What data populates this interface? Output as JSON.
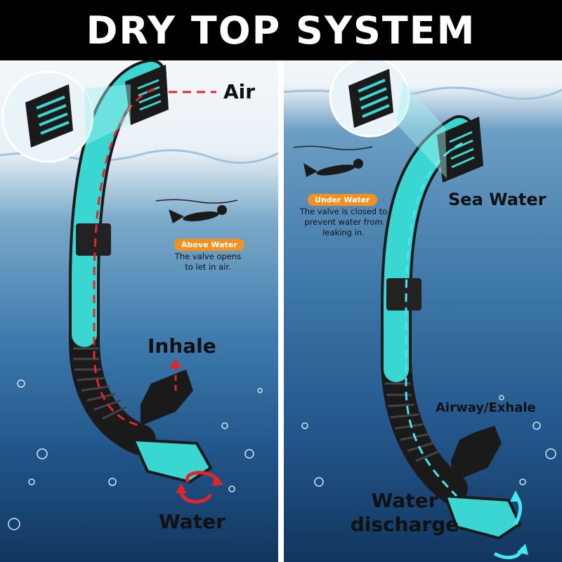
{
  "title": "DRY TOP SYSTEM",
  "colors": {
    "tube_teal": "#3ad6d2",
    "tube_black": "#1a1a1a",
    "flow_red": "#e0262c",
    "flow_cyan": "#46e6f0",
    "badge_orange": "#f5901e",
    "title_bg": "#000000"
  },
  "left": {
    "label_air": "Air",
    "label_inhale": "Inhale",
    "label_water": "Water",
    "badge": "Above Water",
    "note": [
      "The valve opens",
      "to let in air."
    ],
    "icons": [
      "diver-icon",
      "wave-line-icon",
      "cycle-arrow-icon"
    ]
  },
  "right": {
    "label_sea_water": "Sea Water",
    "label_airway": "Airway/Exhale",
    "label_discharge": [
      "Water",
      "discharge"
    ],
    "badge": "Under Water",
    "note": [
      "The valve is closed to",
      "prevent water from",
      "leaking in."
    ],
    "icons": [
      "diver-icon",
      "wave-line-icon",
      "discharge-arrow-icon"
    ]
  }
}
